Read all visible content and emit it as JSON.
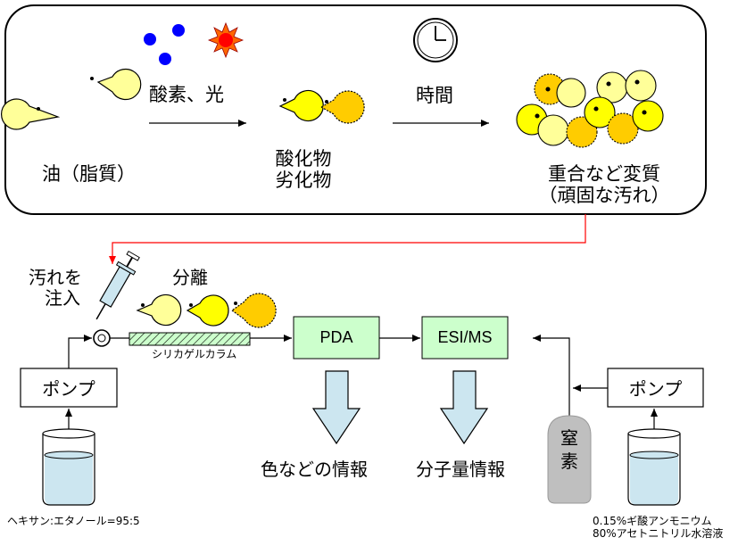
{
  "top_panel": {
    "oil_label": "油（脂質）",
    "step1_label": "酸素、光",
    "intermediate_line1": "酸化物",
    "intermediate_line2": "劣化物",
    "step2_label": "時間",
    "final_line1": "重合など変質",
    "final_line2": "（頑固な汚れ）"
  },
  "bottom_panel": {
    "inject_line1": "汚れを",
    "inject_line2": "注入",
    "separation_label": "分離",
    "column_label": "シリカゲルカラム",
    "pump_left": "ポンプ",
    "pump_right": "ポンプ",
    "pda_label": "PDA",
    "ms_label": "ESI/MS",
    "pda_output": "色などの情報",
    "ms_output": "分子量情報",
    "nitrogen": "窒素",
    "solvent_left": "ヘキサン:エタノール=95:5",
    "solvent_right_line1": "0.15%ギ酸アンモニウム",
    "solvent_right_line2": "80%アセトニトリル水溶液"
  },
  "colors": {
    "fresh_fill": "#FFFF99",
    "oxidized_fill": "#FFCC00",
    "box_fill": "#CCFFCC",
    "arrow_fill": "#CCE6F0",
    "red_line": "#FF0000",
    "dot_blue": "#0000FF",
    "gas_fill": "#BFBFBF",
    "liquid_fill": "#CCE6F0"
  }
}
